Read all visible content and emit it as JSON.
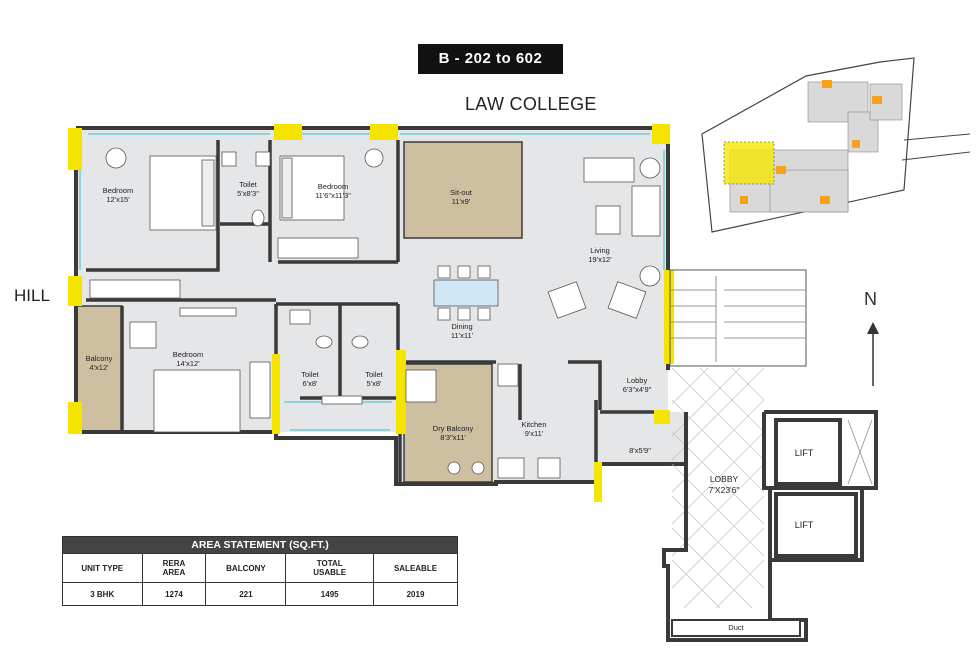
{
  "unit_tag": "B - 202 to 602",
  "directions": {
    "top": "LAW COLLEGE",
    "left": "HILL",
    "north": "N"
  },
  "rooms": {
    "bedroom1": {
      "name": "Bedroom",
      "size": "12'x15'"
    },
    "toilet1": {
      "name": "Toilet",
      "size": "5'x8'3\""
    },
    "bedroom2": {
      "name": "Bedroom",
      "size": "11'6\"x11'3\""
    },
    "sitout": {
      "name": "Sit-out",
      "size": "11'x9'"
    },
    "living": {
      "name": "Living",
      "size": "19'x12'"
    },
    "balcony": {
      "name": "Balcony",
      "size": "4'x12'"
    },
    "bedroom3": {
      "name": "Bedroom",
      "size": "14'x12'"
    },
    "dining": {
      "name": "Dining",
      "size": "11'x11'"
    },
    "toilet2": {
      "name": "Toilet",
      "size": "6'x8'"
    },
    "toilet3": {
      "name": "Toilet",
      "size": "5'x8'"
    },
    "lobby_small": {
      "name": "Lobby",
      "size": "6'3\"x4'9\""
    },
    "dry_balcony": {
      "name": "Dry Balcony",
      "size": "8'3\"x11'"
    },
    "kitchen": {
      "name": "Kitchen",
      "size": "9'x11'"
    },
    "utility": {
      "name": "",
      "size": "8'x5'9\""
    },
    "lobby_common": {
      "name": "LOBBY",
      "size": "7'X23'6\""
    },
    "lift1": {
      "name": "LIFT"
    },
    "lift2": {
      "name": "LIFT"
    },
    "duct": {
      "name": "Duct"
    }
  },
  "area_statement": {
    "title": "AREA STATEMENT (SQ.FT.)",
    "headers": [
      "UNIT TYPE",
      "RERA\nAREA",
      "BALCONY",
      "TOTAL\nUSABLE",
      "SALEABLE"
    ],
    "row": [
      "3 BHK",
      "1274",
      "221",
      "1495",
      "2019"
    ]
  },
  "colors": {
    "wall": "#3a3a3a",
    "floor": "#e4e6e8",
    "outdoor": "#cdbf9f",
    "highlight": "#f5e400",
    "window": "#8fd1dc"
  }
}
